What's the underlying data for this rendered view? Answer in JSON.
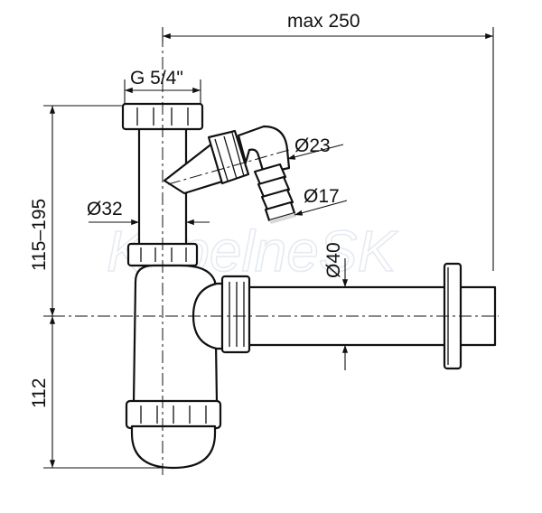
{
  "watermark": "KupelneSK",
  "dimensions": {
    "max_width": "max 250",
    "thread": "G 5/4\"",
    "inlet_diameter": "Ø32",
    "nozzle_outer": "Ø23",
    "nozzle_inner": "Ø17",
    "outlet_diameter": "Ø40",
    "height_range": "115–195",
    "lower_height": "112"
  },
  "colors": {
    "line": "#111111",
    "watermark": "#e6eaf0",
    "shading": "#d9d9d9"
  }
}
